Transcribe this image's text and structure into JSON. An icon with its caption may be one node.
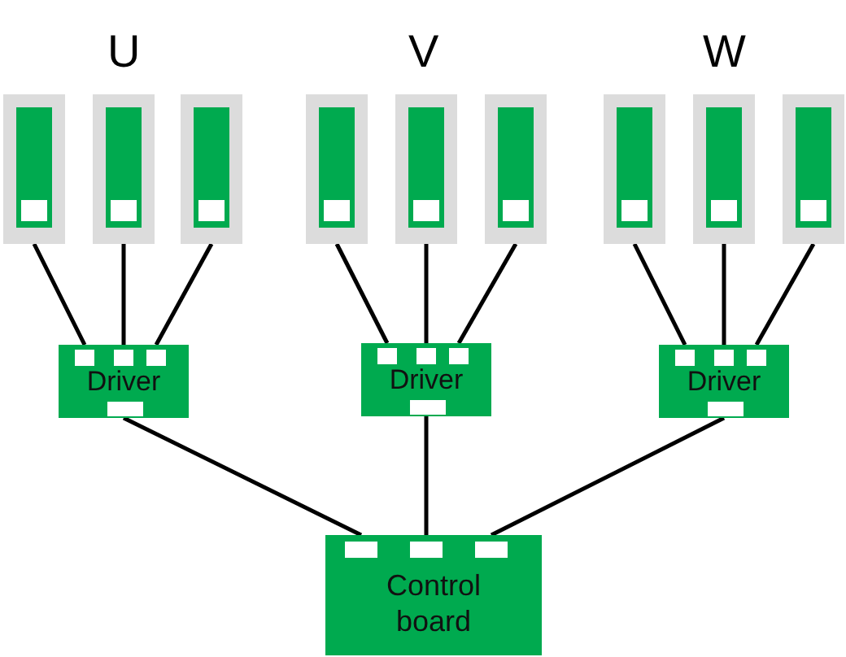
{
  "diagram": {
    "nodes": [
      {
        "text": [],
        "shape": "box"
      },
      {
        "text": [],
        "shape": "box"
      },
      {
        "text": [],
        "shape": "box"
      },
      {
        "text": [],
        "shape": "box"
      },
      {
        "text": [],
        "shape": "box"
      },
      {
        "text": [],
        "shape": "box"
      },
      {
        "text": [],
        "shape": "box"
      },
      {
        "text": [],
        "shape": "box"
      },
      {
        "text": [],
        "shape": "box"
      },
      {
        "text": [
          "Driver"
        ]
      },
      {
        "text": [
          "Driver"
        ]
      },
      {
        "text": [
          "Driver"
        ]
      },
      {
        "text": [
          "Control board"
        ]
      }
    ],
    "edges": [
      {
        "from": 0,
        "to": 9,
        "arrow": "none"
      },
      {
        "from": 1,
        "to": 9,
        "arrow": "none"
      },
      {
        "from": 2,
        "to": 9,
        "arrow": "none"
      },
      {
        "from": 3,
        "to": 10,
        "arrow": "none"
      },
      {
        "from": 4,
        "to": 10,
        "arrow": "none"
      },
      {
        "from": 5,
        "to": 10,
        "arrow": "none"
      },
      {
        "from": 6,
        "to": 11,
        "arrow": "none"
      },
      {
        "from": 7,
        "to": 11,
        "arrow": "none"
      },
      {
        "from": 8,
        "to": 11,
        "arrow": "none"
      },
      {
        "from": 9,
        "to": 12,
        "arrow": "none"
      },
      {
        "from": 10,
        "to": 12,
        "arrow": "none"
      },
      {
        "from": 11,
        "to": 12,
        "arrow": "none"
      }
    ],
    "labels": [
      "U",
      "V",
      "W"
    ]
  }
}
